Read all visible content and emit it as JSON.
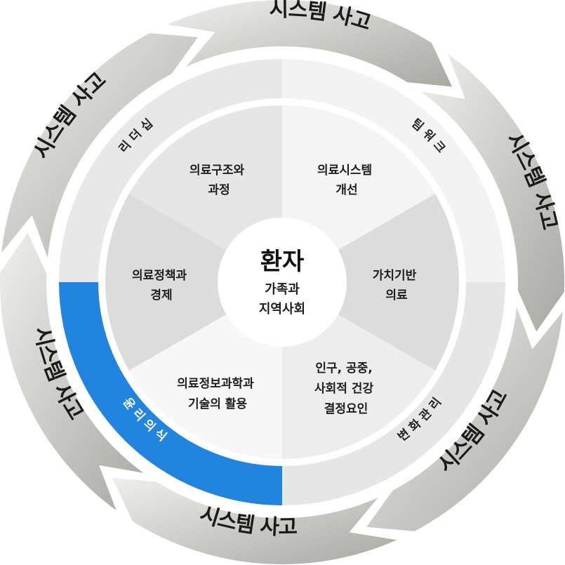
{
  "center": {
    "title": "환자",
    "subtitle_line1": "가족과",
    "subtitle_line2": "지역사회"
  },
  "segments": [
    {
      "line1": "의료구조와",
      "line2": "과정",
      "fill": "#e6e6e6"
    },
    {
      "line1": "의료시스템",
      "line2": "개선",
      "fill": "#f4f4f4"
    },
    {
      "line1": "가치기반",
      "line2": "의료",
      "fill": "#dcdcdc"
    },
    {
      "line1": "인구, 공중,",
      "line2": "사회적 건강",
      "line3": "결정요인",
      "fill": "#ededed"
    },
    {
      "line1": "의료정보과학과",
      "line2": "기술의 활용",
      "fill": "#f7f7f7"
    },
    {
      "line1": "의료정책과",
      "line2": "경제",
      "fill": "#dcdcdc"
    }
  ],
  "ring": {
    "top_left": "리 더 십",
    "top_right": "팀 워 크",
    "bottom_right": "변 화 관 리",
    "bottom_left_highlight": "윤 리 의 식",
    "highlight_color": "#2185e0"
  },
  "outer_arrows": [
    "시스템 사고",
    "시스템 사고",
    "시스템 사고",
    "시스템 사고",
    "시스템 사고",
    "시스템 사고"
  ]
}
